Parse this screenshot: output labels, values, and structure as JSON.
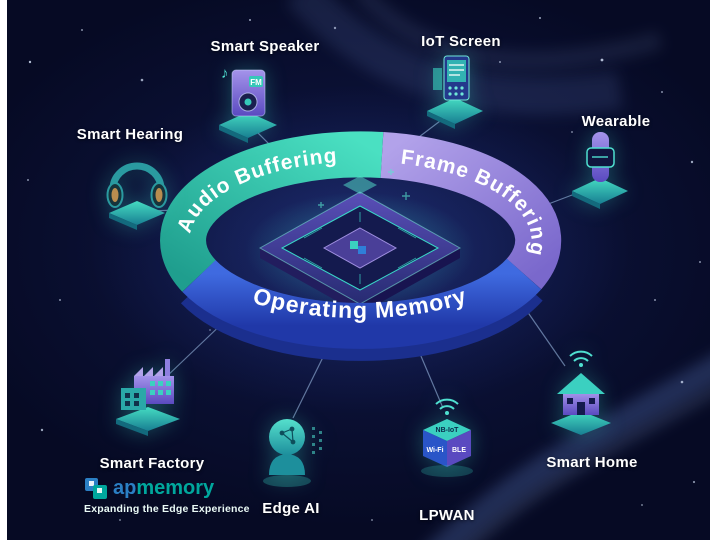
{
  "ring": {
    "audio_label": "Audio Buffering",
    "frame_label": "Frame Buffering",
    "operating_label": "Operating Memory"
  },
  "devices": [
    {
      "id": "smart-speaker",
      "label": "Smart Speaker"
    },
    {
      "id": "iot-screen",
      "label": "IoT Screen"
    },
    {
      "id": "wearable",
      "label": "Wearable"
    },
    {
      "id": "smart-hearing",
      "label": "Smart Hearing"
    },
    {
      "id": "smart-factory",
      "label": "Smart Factory"
    },
    {
      "id": "edge-ai",
      "label": "Edge AI"
    },
    {
      "id": "lpwan",
      "label": "LPWAN"
    },
    {
      "id": "smart-home",
      "label": "Smart Home"
    }
  ],
  "speaker": {
    "fm": "FM",
    "note": "♪"
  },
  "lpwan_labels": {
    "nbiot": "NB-IoT",
    "ble": "BLE",
    "wifi": "Wi-Fi"
  },
  "logo": {
    "word_ap": "ap",
    "word_memory": "memory",
    "tagline": "Expanding the Edge Experience"
  },
  "colors": {
    "background": "#070b26",
    "ring_teal": "#2fc9ad",
    "ring_purple": "#8f7fd8",
    "ring_blue": "#2b4fc0",
    "accent_teal": "#35c8b8",
    "logo_blue": "#2b7fc4",
    "logo_teal": "#00a79d"
  }
}
